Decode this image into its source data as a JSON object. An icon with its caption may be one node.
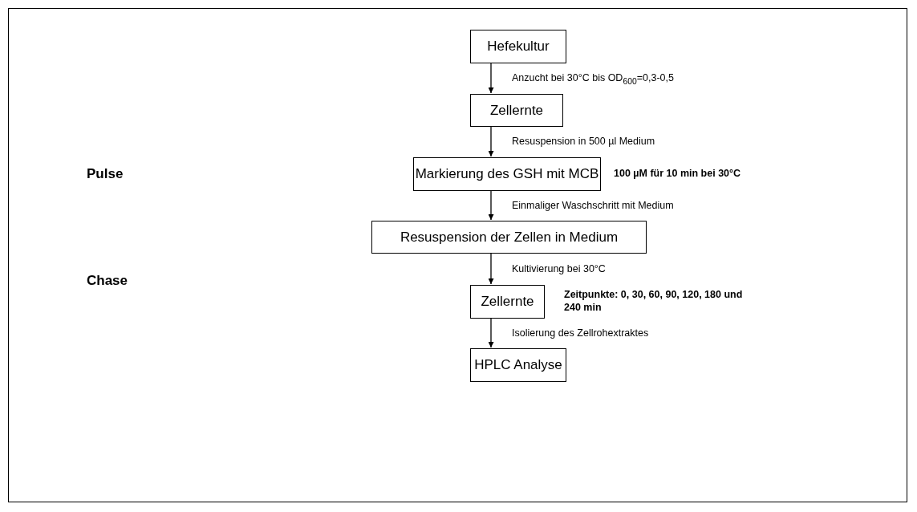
{
  "diagram": {
    "nodes": [
      {
        "text": [
          "Hefekultur"
        ]
      },
      {
        "text": [
          "Zellernte"
        ]
      },
      {
        "text": [
          "Markierung des GSH mit MCB"
        ],
        "beside": [
          "100 µM für 10 min bei 30°C"
        ]
      },
      {
        "text": [
          "Resuspension der Zellen in Medium"
        ]
      },
      {
        "text": [
          "Zellernte"
        ],
        "beside": [
          "Zeitpunkte: 0, 30, 60, 90, 120, 180 und 240 min"
        ]
      },
      {
        "text": [
          "HPLC Analyse"
        ]
      }
    ],
    "edges": [
      {
        "from": 0,
        "to": 1,
        "arrow": "to",
        "label": "Anzucht bei 30°C bis OD$_{600}$=0,3-0,5"
      },
      {
        "from": 1,
        "to": 2,
        "arrow": "to",
        "label": "Resuspension in 500 µl Medium"
      },
      {
        "from": 2,
        "to": 3,
        "arrow": "to",
        "label": "Einmaliger Waschschritt mit Medium"
      },
      {
        "from": 3,
        "to": 4,
        "arrow": "to",
        "label": "Kultivierung bei 30°C"
      },
      {
        "from": 4,
        "to": 5,
        "arrow": "to",
        "label": "Isolierung des Zellrohextraktes"
      }
    ],
    "labels": [
      "Pulse",
      "Chase"
    ]
  }
}
